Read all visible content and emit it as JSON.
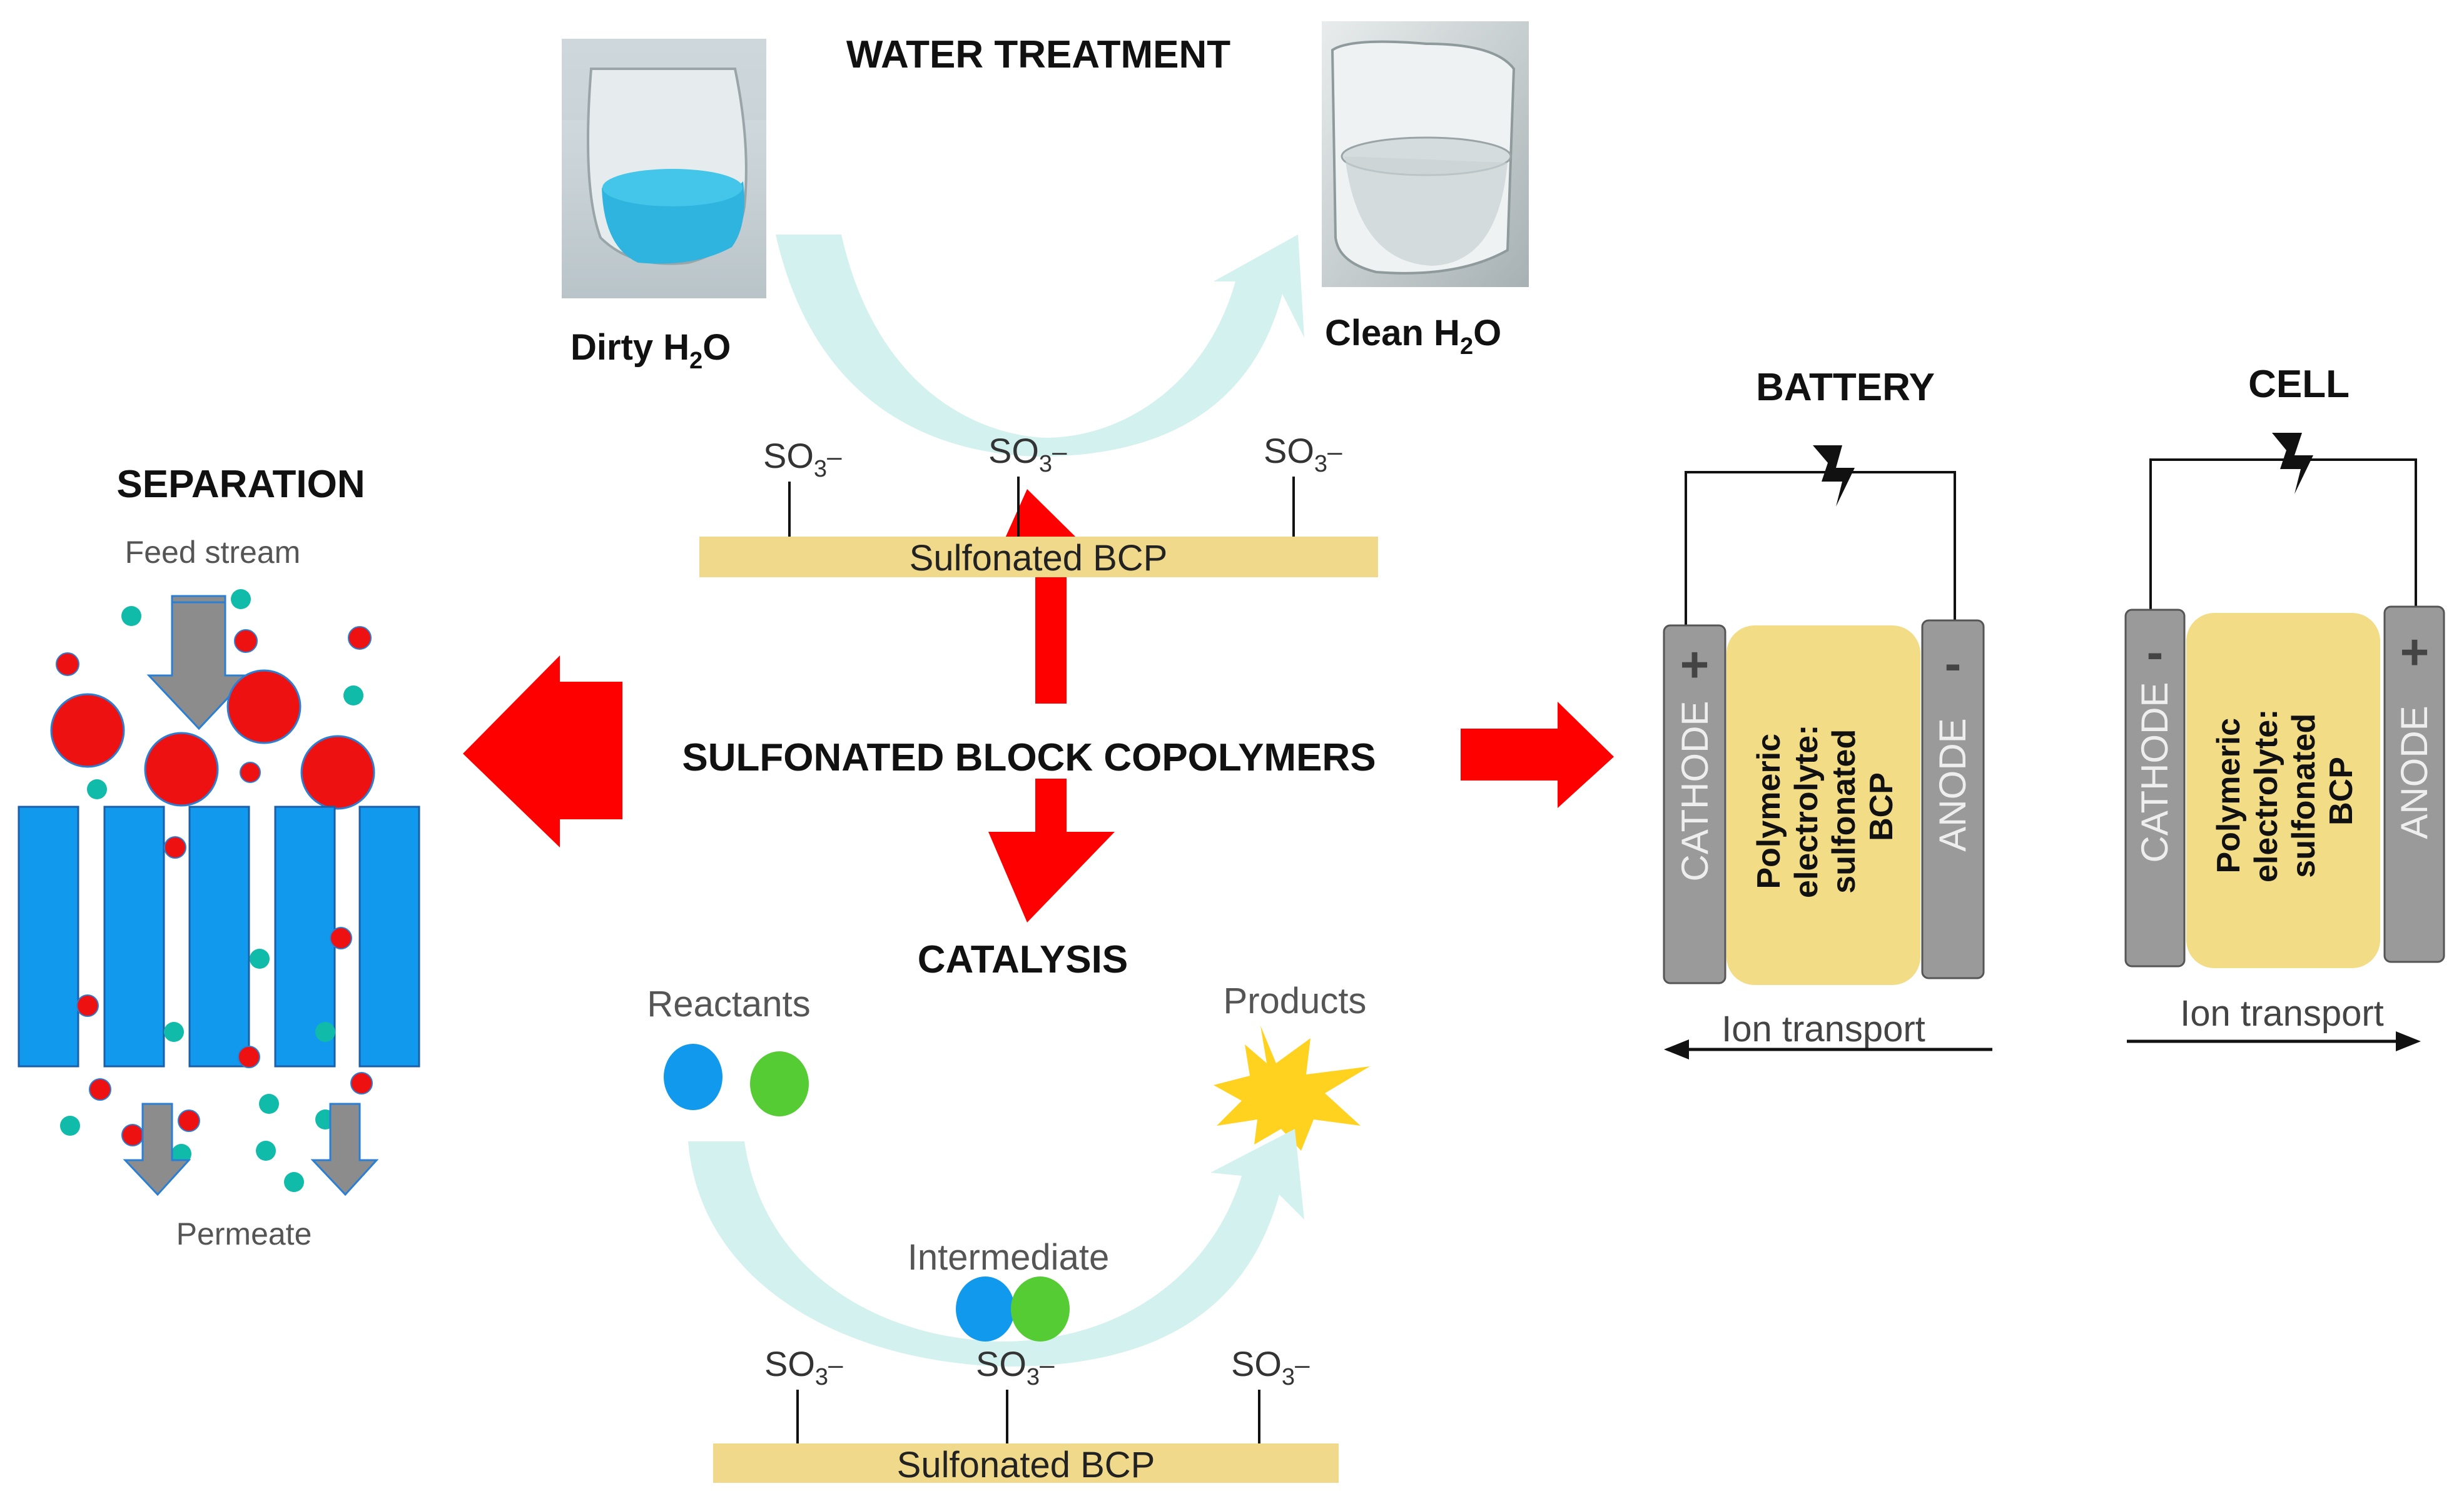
{
  "center": {
    "title": "SULFONATED BLOCK COPOLYMERS"
  },
  "water_treatment": {
    "title": "WATER TREATMENT",
    "dirty_label": "Dirty H",
    "dirty_sub": "2",
    "dirty_suffix": "O",
    "clean_label": "Clean H",
    "clean_sub": "2",
    "clean_suffix": "O",
    "group_left": "SO",
    "group_mid": "SO",
    "group_right": "SO",
    "group_sub": "3",
    "group_charge": "–",
    "bar_label": "Sulfonated BCP"
  },
  "catalysis": {
    "title": "CATALYSIS",
    "reactants": "Reactants",
    "products": "Products",
    "intermediate": "Intermediate",
    "group_left": "SO",
    "group_mid": "SO",
    "group_right": "SO",
    "group_sub": "3",
    "group_charge": "–",
    "bar_label": "Sulfonated BCP"
  },
  "separation": {
    "title": "SEPARATION",
    "feed": "Feed stream",
    "permeate": "Permeate"
  },
  "battery": {
    "title": "BATTERY",
    "cathode": "CATHODE",
    "anode": "ANODE",
    "cathode_sign": "+",
    "anode_sign": "-",
    "electrolyte_1": "Polymeric",
    "electrolyte_2": "electrolyte:",
    "electrolyte_3": "sulfonated",
    "electrolyte_4": "BCP",
    "ion": "Ion transport"
  },
  "cell": {
    "title": "CELL",
    "cathode": "CATHODE",
    "anode": "ANODE",
    "cathode_sign": "-",
    "anode_sign": "+",
    "electrolyte_1": "Polymeric",
    "electrolyte_2": "electrolyte:",
    "electrolyte_3": "sulfonated",
    "electrolyte_4": "BCP",
    "ion": "Ion transport"
  },
  "colors": {
    "arrow_red": "#ff0000",
    "bcp_bar": "#f0d98a",
    "curve_arrow": "#d2f1ef",
    "membrane_blue": "#1199ee",
    "particle_red": "#ee1111",
    "particle_teal": "#11bbaa",
    "electrode_grey": "#9a9a9a",
    "electrolyte_yellow": "#f3dc86",
    "reactant_blue": "#1199ee",
    "reactant_green": "#55cc33",
    "product_yellow": "#ffd21f"
  }
}
